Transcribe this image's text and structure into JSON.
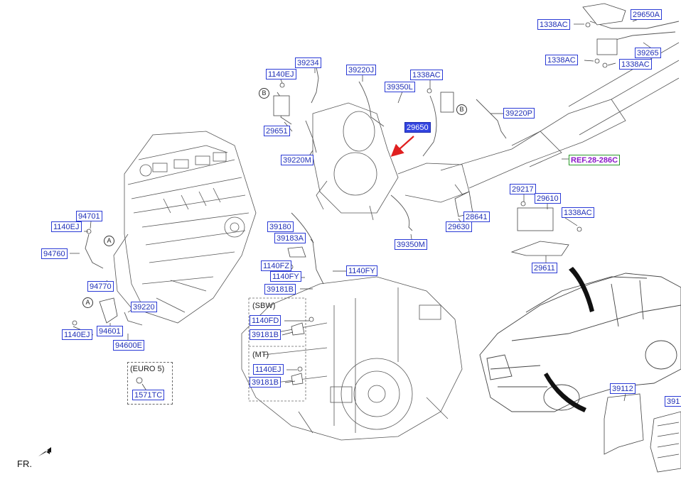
{
  "labels": [
    {
      "id": "29650A",
      "text": "29650A"
    },
    {
      "id": "1338AC_1",
      "text": "1338AC"
    },
    {
      "id": "1338AC_2",
      "text": "1338AC"
    },
    {
      "id": "1338AC_3",
      "text": "1338AC"
    },
    {
      "id": "39265",
      "text": "39265"
    },
    {
      "id": "39234",
      "text": "39234"
    },
    {
      "id": "39220J",
      "text": "39220J"
    },
    {
      "id": "1140EJ_1",
      "text": "1140EJ"
    },
    {
      "id": "1338AC_4",
      "text": "1338AC"
    },
    {
      "id": "39350L",
      "text": "39350L"
    },
    {
      "id": "39220P",
      "text": "39220P"
    },
    {
      "id": "29651",
      "text": "29651"
    },
    {
      "id": "29650",
      "text": "29650"
    },
    {
      "id": "39220M",
      "text": "39220M"
    },
    {
      "id": "REF",
      "text": "REF.28-286C"
    },
    {
      "id": "29217",
      "text": "29217"
    },
    {
      "id": "29610",
      "text": "29610"
    },
    {
      "id": "1338AC_5",
      "text": "1338AC"
    },
    {
      "id": "28641",
      "text": "28641"
    },
    {
      "id": "29630",
      "text": "29630"
    },
    {
      "id": "94701",
      "text": "94701"
    },
    {
      "id": "1140EJ_2",
      "text": "1140EJ"
    },
    {
      "id": "39180",
      "text": "39180"
    },
    {
      "id": "39183A",
      "text": "39183A"
    },
    {
      "id": "39350M",
      "text": "39350M"
    },
    {
      "id": "94760",
      "text": "94760"
    },
    {
      "id": "29611",
      "text": "29611"
    },
    {
      "id": "1140FZ",
      "text": "1140FZ"
    },
    {
      "id": "1140FY_1",
      "text": "1140FY"
    },
    {
      "id": "1140FY_2",
      "text": "1140FY"
    },
    {
      "id": "39181B_1",
      "text": "39181B"
    },
    {
      "id": "94770",
      "text": "94770"
    },
    {
      "id": "39220",
      "text": "39220"
    },
    {
      "id": "1140EJ_3",
      "text": "1140EJ"
    },
    {
      "id": "94601",
      "text": "94601"
    },
    {
      "id": "94600E",
      "text": "94600E"
    },
    {
      "id": "1140FD",
      "text": "1140FD"
    },
    {
      "id": "39181B_2",
      "text": "39181B"
    },
    {
      "id": "1140EJ_4",
      "text": "1140EJ"
    },
    {
      "id": "39181B_3",
      "text": "39181B"
    },
    {
      "id": "1571TC",
      "text": "1571TC"
    },
    {
      "id": "39112",
      "text": "39112"
    },
    {
      "id": "391",
      "text": "391"
    }
  ],
  "notes": {
    "sbw": "(SBW)",
    "mt": "(MT)",
    "euro5": "(EURO 5)",
    "fr": "FR."
  },
  "markers": {
    "a": "A",
    "b": "B"
  },
  "colors": {
    "label_border": "#2a3ad6",
    "label_text": "#1f2fb5",
    "selected_fill": "#3345e0",
    "arrow": "#e02020",
    "ref_text": "#8a18c8",
    "ref_border": "#2a9a2a"
  },
  "selected_label": "29650"
}
